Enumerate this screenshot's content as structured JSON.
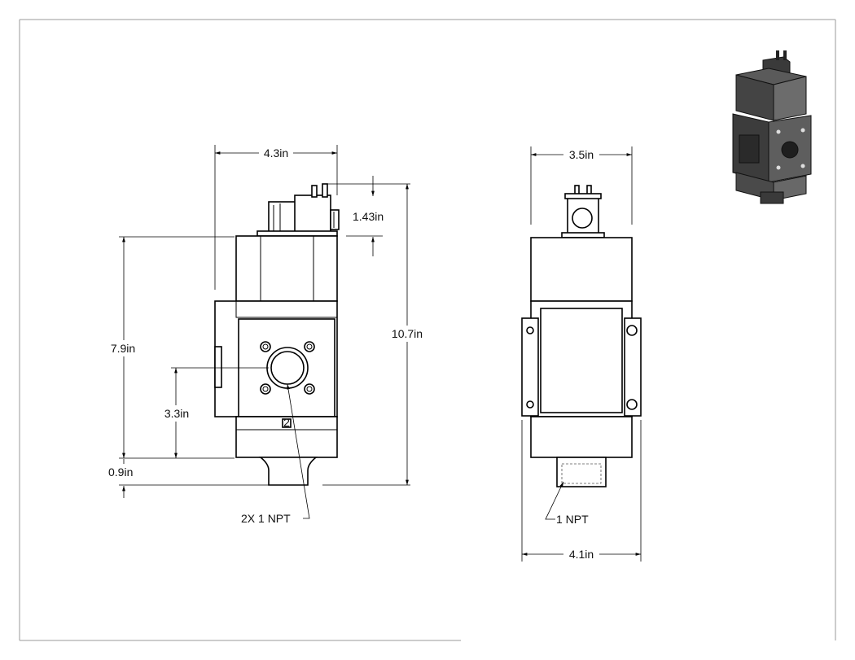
{
  "front_view": {
    "width_dim": "4.3in",
    "height_dim": "10.7in",
    "body_height_dim": "7.9in",
    "port_height_dim": "3.3in",
    "bottom_dim": "0.9in",
    "connector_dim": "1.43in",
    "port_callout": "2X 1 NPT",
    "port_label": "2"
  },
  "side_view": {
    "top_width_dim": "3.5in",
    "bottom_width_dim": "4.1in",
    "port_callout": "1 NPT"
  }
}
